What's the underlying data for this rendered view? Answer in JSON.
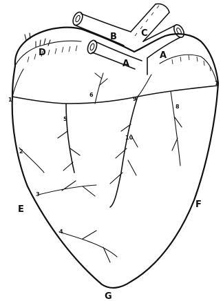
{
  "labels": {
    "A1": "A",
    "A2": "A",
    "B": "B",
    "C": "C",
    "D": "D",
    "E": "E",
    "F": "F",
    "G": "G",
    "n1": "1",
    "n2": "2",
    "n3": "3",
    "n4": "4",
    "n5": "5",
    "n6": "6",
    "n7": "7",
    "n8": "8",
    "n9": "9",
    "n10": "10"
  }
}
